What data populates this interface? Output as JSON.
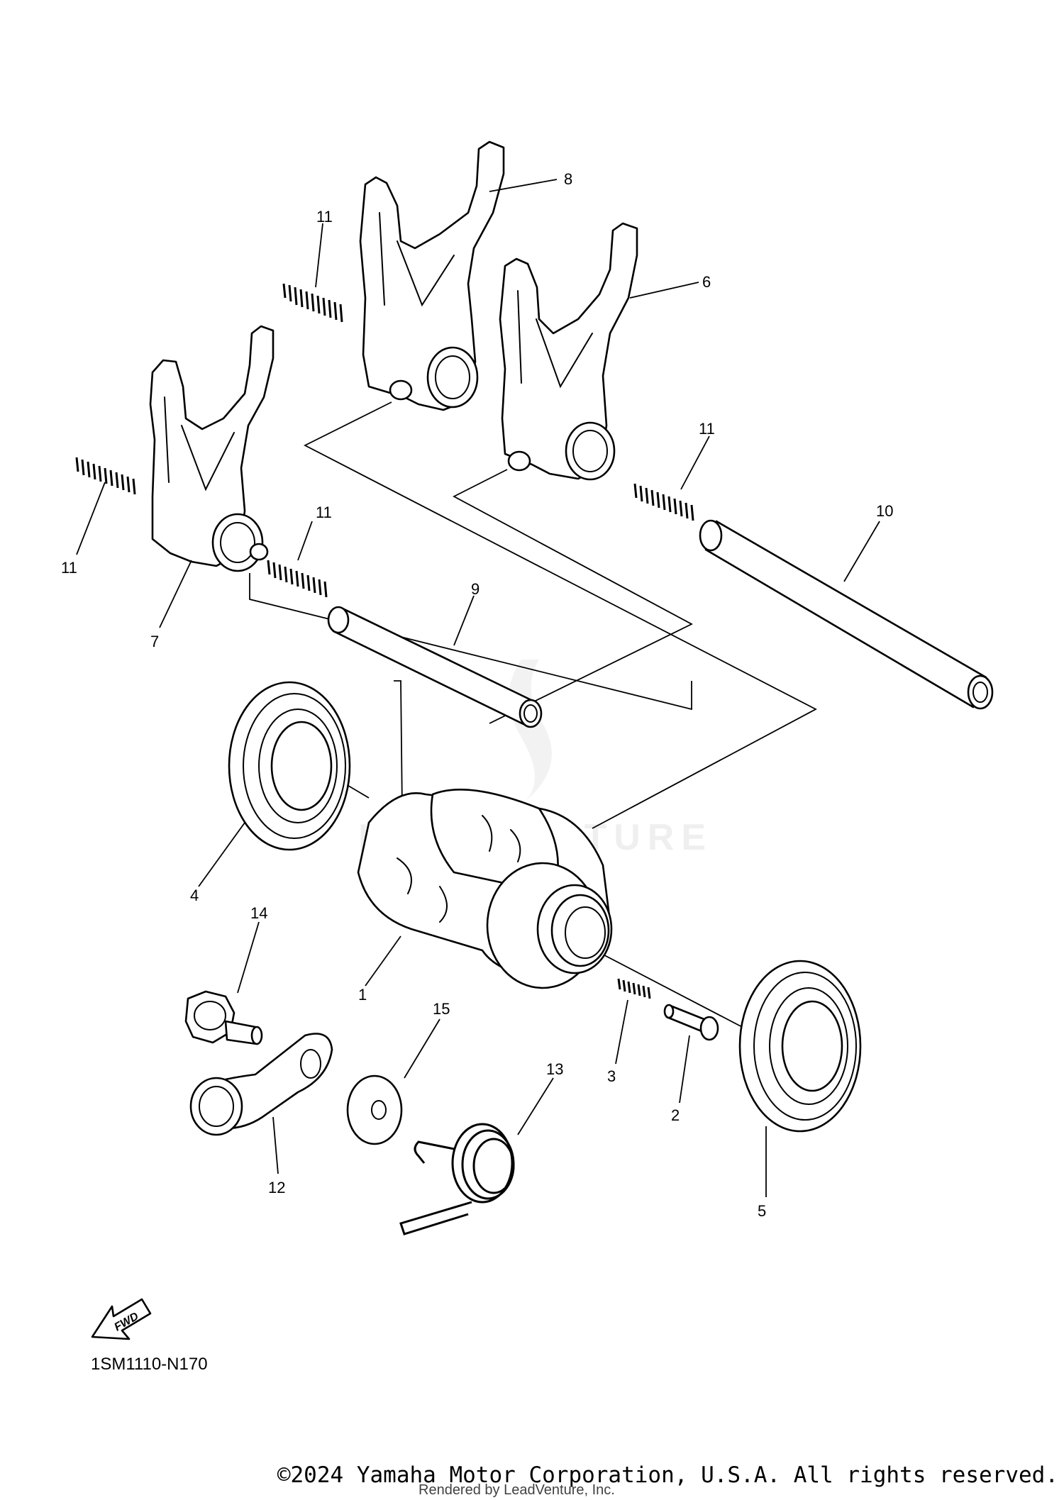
{
  "diagram": {
    "callouts": {
      "p1": "1",
      "p2": "2",
      "p3": "3",
      "p4": "4",
      "p5": "5",
      "p6": "6",
      "p7": "7",
      "p8": "8",
      "p9": "9",
      "p10": "10",
      "p11a": "11",
      "p11b": "11",
      "p11c": "11",
      "p11d": "11",
      "p12": "12",
      "p13": "13",
      "p14": "14",
      "p15": "15"
    },
    "fwd_badge": "FWD",
    "diagram_code": "1SM1110-N170",
    "watermark": "LEADVENTURE"
  },
  "footer": {
    "copyright": "©2024 Yamaha Motor Corporation, U.S.A. All rights reserved.",
    "rendered_by": "Rendered by LeadVenture, Inc."
  }
}
